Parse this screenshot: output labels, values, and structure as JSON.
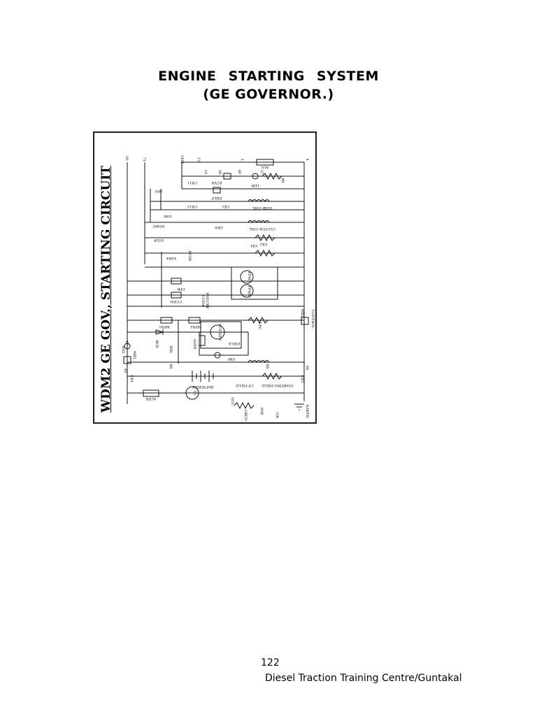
{
  "document": {
    "title_line1": "ENGINE  STARTING  SYSTEM",
    "title_line2": "(GE GOVERNOR.)",
    "figure": {
      "heading": "WDM2 GE GOV., STARTING CIRCUIT",
      "labels": {
        "w50": "50",
        "w71": "71",
        "w5ME": "5ME",
        "w13": "13",
        "w1A": "1A",
        "w1B": "1B",
        "w3": "3",
        "w4": "4",
        "w8F": "8F",
        "w27": "27",
        "w8R": "8R",
        "alg": "ALG",
        "cr11": "CR11",
        "ecvr": "ECVR",
        "ldr": "LDR",
        "ops": "OPS",
        "cr12": "CR12",
        "ck3": "CK3",
        "ehlp": "EHLP",
        "stabcoil": "STAB COIL",
        "sar": "SAR",
        "start": "START",
        "lws": "LWS",
        "clutchcoil": "CLUTCH COIL",
        "stop": "STOP",
        "ck1": "CK1",
        "ck2": "CK2",
        "esr4": "ESR4",
        "ecsr": "ECSR",
        "fpb": "FPB",
        "fpm1": "FPM1",
        "fpm2": "FPM2",
        "ccem": "CCEM",
        "failure": "FAILURE",
        "ccem_label": "CCEM",
        "fpc": "FPC",
        "mfb1": "MFB1",
        "mfb2": "MFB2",
        "mb2": "MB2",
        "control": "CONTROL",
        "bas": "BAS",
        "mb1": "MB1",
        "rcr": "RCR",
        "bdl": "BDL",
        "agfb": "AGFB",
        "aux_gen": "AUX GEN",
        "field": "FIELD",
        "vrp": "VRP",
        "bs1": "BS",
        "bs2": "BS",
        "batteries": "BATTERIES",
        "starting_field": "STARTING FIELD",
        "cp_field": "CP FIELD",
        "ck1_bottom": "CK1",
        "ck2_bottom": "CK2",
        "tg": "TG",
        "acfr": "ACFR",
        "gcc": "GCC",
        "gr": "GR",
        "grco": "GRCO",
        "earth": "EARTH",
        "w44": "44",
        "w49": "49",
        "w60B": "60B",
        "w47": "47"
      }
    },
    "page_number": "122",
    "footer": "Diesel Traction Training Centre/Guntakal"
  }
}
